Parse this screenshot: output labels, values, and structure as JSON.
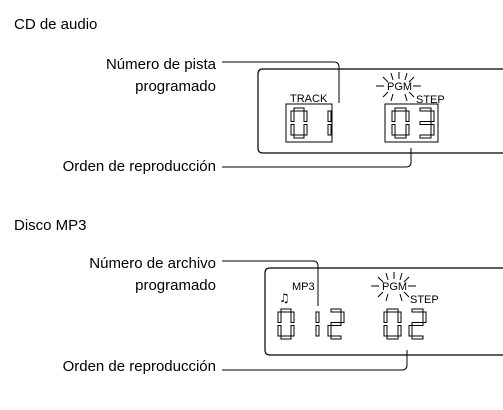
{
  "cd": {
    "title": "CD de audio",
    "label_track": [
      "Número de pista",
      "programado"
    ],
    "label_order": "Orden de reproducción",
    "tag_track": "TRACK",
    "tag_pgm": "PGM",
    "tag_step": "STEP",
    "track_digits": "01",
    "step_digits": "03"
  },
  "mp3": {
    "title": "Disco MP3",
    "label_file": [
      "Número de archivo",
      "programado"
    ],
    "label_order": "Orden de reproducción",
    "tag_mp3": "MP3",
    "tag_pgm": "PGM",
    "tag_step": "STEP",
    "file_digits": "012",
    "step_digits": "02"
  }
}
